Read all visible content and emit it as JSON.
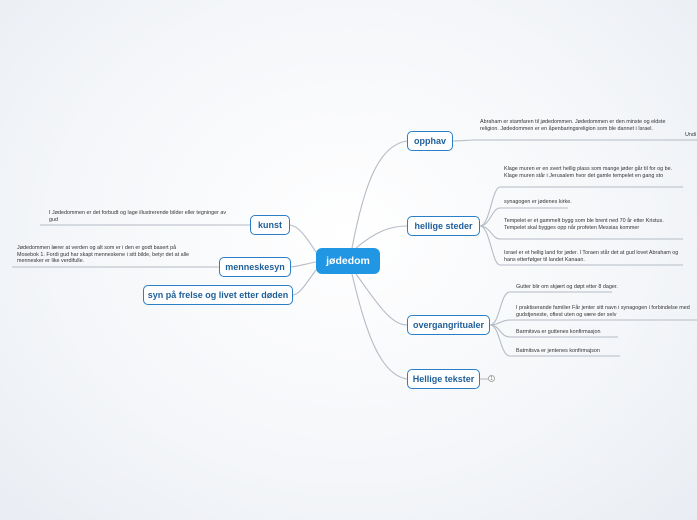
{
  "central": "jødedom",
  "branches": {
    "opphav": "opphav",
    "hellige_steder": "hellige steder",
    "overgangritualer": "overgangritualer",
    "hellige_tekster": "Hellige tekster",
    "kunst": "kunst",
    "menneskesyn": "menneskesyn",
    "frelse": "syn på frelse og livet etter døden"
  },
  "notes": {
    "opphav": "Abraham er stamfaren til jødedommen. Jødedommen er den minste og eldste religion. Jødedommen er en åpenbaringsreligion som ble dannet i Israel.",
    "opphav_cut": "Undi",
    "steder": [
      "Klage muren er en svert hellig plass som mange jøder går til for og be. Klage muren står i Jerusalem hvor det gamle tempelet en gang sto",
      "synagogen er jødenes kirke.",
      "Tempelet er et gammelt bygg som ble brent ned 70 år etter Kristus. Tempelet skal bygges opp når profeten Messias kommer",
      "Israel er et hellig land for jøder. I Toraen står det at gud lovet Abraham og hans etterfølger til landet Kanaan."
    ],
    "ritualer": [
      "Gutter blir om skjært og døpt etter 8 dager.",
      "I praktiserande familier Får jenter sitt navn i synagogen i forbindelse med gudstjeneste, oftest uten og være der selv",
      "Barmitsva er guttenes konfirmasjon",
      "Batmitsva er jentenes konfirmajson"
    ],
    "kunst": "I Jødedommen er det forbudt og lage illustrerende bilder eller tegninger av gud",
    "menneskesyn": "Jødedommen lærer at verden og alt som er i den er godt basert på Mosebok 1. Fordi gud har skapt menneskene i sitt bilde, betyr det at alle mennesker er like verdifulle.",
    "tekster_count": "1"
  },
  "colors": {
    "central_fill": "#2196e3",
    "node_border": "#2a7fc7",
    "node_text": "#1f5f99",
    "link": "#b5bcc6"
  }
}
